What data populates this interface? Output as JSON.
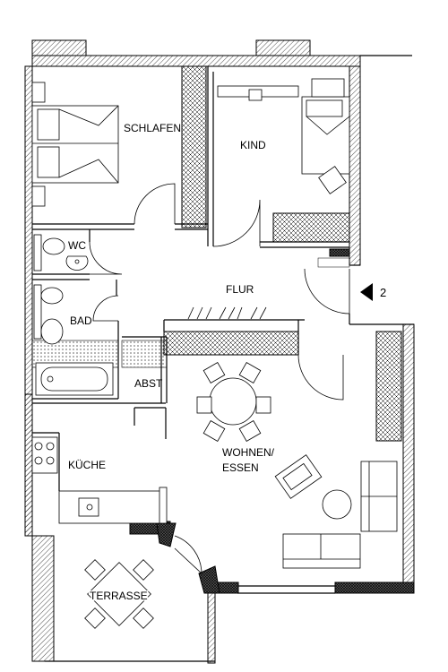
{
  "rooms": {
    "schlafen": "SCHLAFEN",
    "kind": "KIND",
    "wc": "WC",
    "flur": "FLUR",
    "bad": "BAD",
    "abst": "ABST",
    "kueche": "KÜCHE",
    "wohnen_line1": "WOHNEN/",
    "wohnen_line2": "ESSEN",
    "terrasse": "TERRASSE"
  },
  "entrance_marker": "2"
}
